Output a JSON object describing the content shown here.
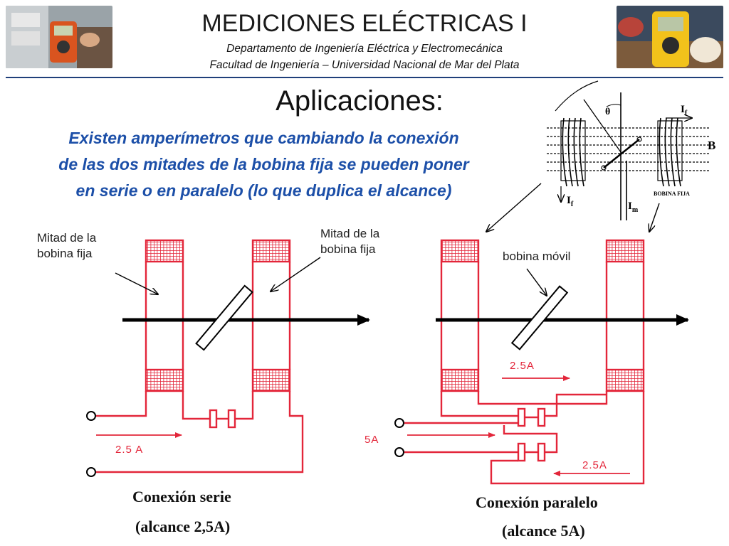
{
  "header": {
    "title": "MEDICIONES ELÉCTRICAS I",
    "dept": "Departamento de Ingeniería Eléctrica y Electromecánica",
    "faculty": "Facultad de Ingeniería – Universidad Nacional de Mar del Plata"
  },
  "section_title": "Aplicaciones:",
  "intro": [
    "Existen amperímetros que cambiando la conexión",
    "de las dos mitades de la bobina fija se pueden poner",
    "en serie o en paralelo (lo que duplica el alcance)"
  ],
  "labels": {
    "left_half": [
      "Mitad de la",
      "bobina fija"
    ],
    "right_half": [
      "Mitad de la",
      "bobina fija"
    ],
    "moving_coil": "bobina móvil"
  },
  "currents": {
    "series": "2.5 A",
    "parallel_in": "5A",
    "parallel_top": "2.5A",
    "parallel_bottom": "2.5A"
  },
  "captions": {
    "series": [
      "Conexión serie",
      "(alcance 2,5A)"
    ],
    "parallel": [
      "Conexión paralelo",
      "(alcance 5A)"
    ]
  },
  "inset": {
    "theta": "θ",
    "if_top": "I",
    "if_top_sub": "f",
    "b": "B",
    "if_bottom": "I",
    "if_bottom_sub": "f",
    "im": "I",
    "im_sub": "m",
    "fixed_coil": "BOBINA FIJA"
  },
  "colors": {
    "circuit": "#e3263a",
    "intro_text": "#1c4fa8",
    "header_rule": "#1f3f7a"
  }
}
